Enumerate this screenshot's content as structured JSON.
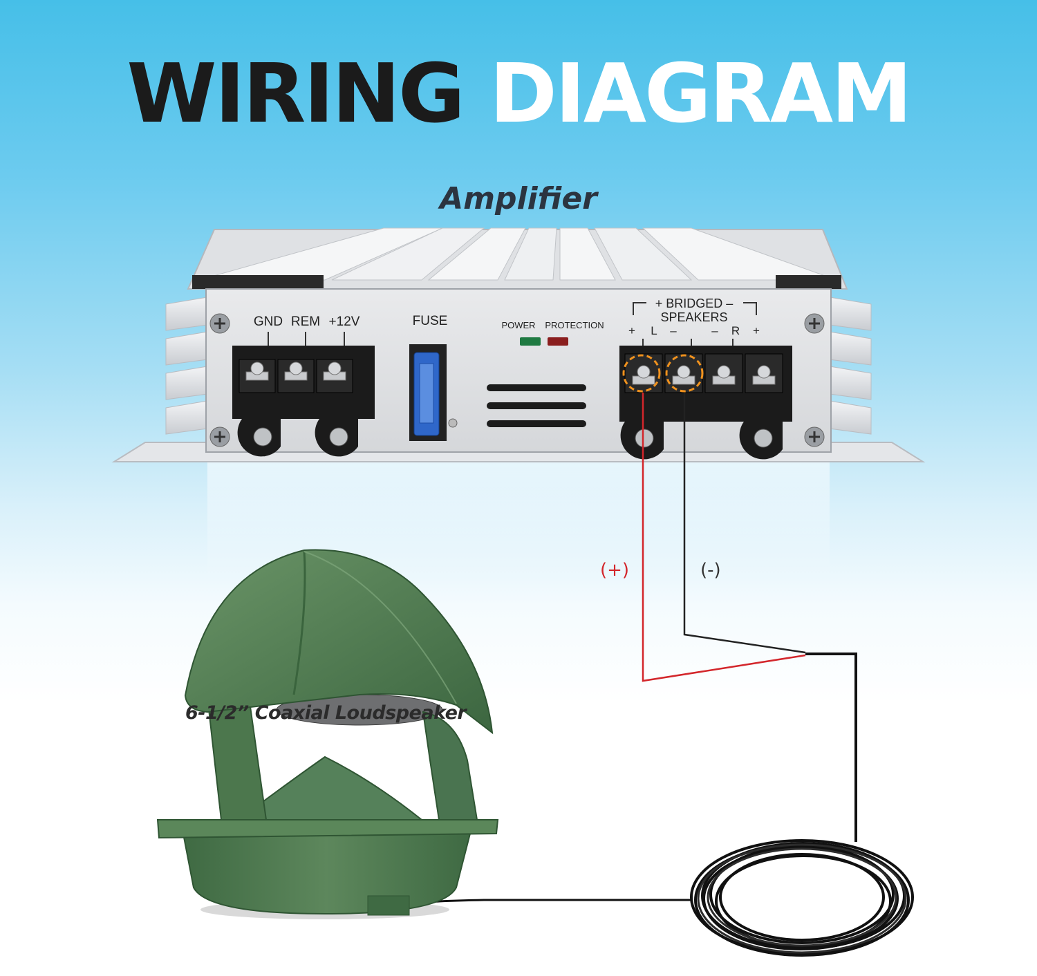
{
  "title": {
    "word1": "WIRING",
    "word2": "DIAGRAM"
  },
  "amplifier": {
    "label": "Amplifier",
    "power_terminals": {
      "gnd": "GND",
      "rem": "REM",
      "plus12v": "+12V"
    },
    "fuse_label": "FUSE",
    "indicators": {
      "power": "POWER",
      "protection": "PROTECTION"
    },
    "speaker_terminals": {
      "bridged": "+ BRIDGED –",
      "speakers": "SPEAKERS",
      "polarity": [
        "+",
        "L",
        "–",
        "–",
        "R",
        "+"
      ]
    }
  },
  "wires": {
    "positive_label": "(+)",
    "negative_label": "(-)"
  },
  "speaker": {
    "label": "6-1/2” Coaxial Loudspeaker"
  },
  "colors": {
    "positive_wire": "#d3262b",
    "negative_wire": "#222222",
    "speaker_green": "#4f7a4f",
    "highlight": "#f0921e"
  }
}
